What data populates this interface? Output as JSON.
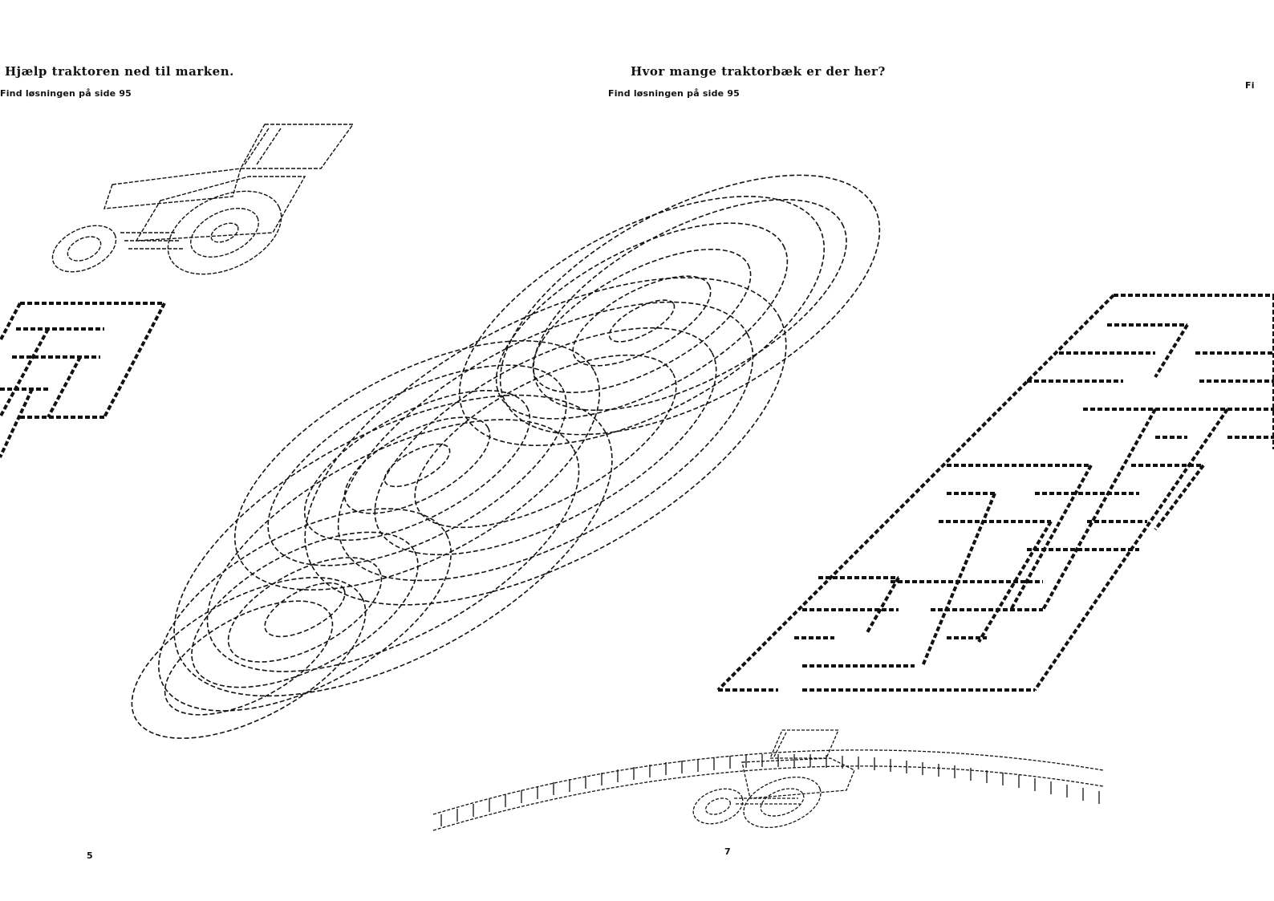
{
  "left_page": {
    "heading": "Hjælp traktoren ned til marken.",
    "hint": "Find løsningen på side 95",
    "page_number": "5"
  },
  "right_page": {
    "heading": "Hvor mange traktorbæk er der her?",
    "hint": "Find løsningen på side 95",
    "page_number": "7"
  },
  "far_right": {
    "hint": "Fi"
  },
  "icons": {
    "tractor_top": "tractor-icon",
    "tractor_bottom": "tractor-icon",
    "tires": "tire-tracks-icon",
    "fence": "fence-icon"
  }
}
